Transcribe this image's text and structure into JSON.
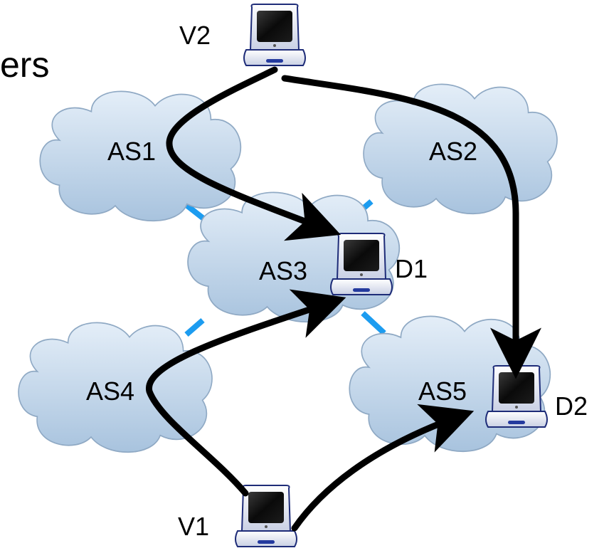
{
  "title_fragment": "ers",
  "autonomous_systems": [
    {
      "id": "as1",
      "label": "AS1"
    },
    {
      "id": "as2",
      "label": "AS2"
    },
    {
      "id": "as3",
      "label": "AS3"
    },
    {
      "id": "as4",
      "label": "AS4"
    },
    {
      "id": "as5",
      "label": "AS5"
    }
  ],
  "hosts": [
    {
      "id": "v2",
      "label": "V2"
    },
    {
      "id": "d1",
      "label": "D1"
    },
    {
      "id": "d2",
      "label": "D2"
    },
    {
      "id": "v1",
      "label": "V1"
    }
  ],
  "links": [
    {
      "from": "AS1",
      "to": "AS3"
    },
    {
      "from": "AS2",
      "to": "AS3"
    },
    {
      "from": "AS4",
      "to": "AS3"
    },
    {
      "from": "AS5",
      "to": "AS3"
    }
  ],
  "paths": [
    {
      "from": "V2",
      "to": "D1",
      "via": "AS1"
    },
    {
      "from": "V2",
      "to": "D2",
      "via": "AS2"
    },
    {
      "from": "V1",
      "to": "D1",
      "via": "AS4"
    },
    {
      "from": "V1",
      "to": "D2",
      "via": "AS5"
    }
  ],
  "colors": {
    "cloud_fill_top": "#dde9f5",
    "cloud_fill_bottom": "#a9c4df",
    "cloud_stroke": "#8fa9c4",
    "link": "#1c9cf0",
    "arrow": "#000000",
    "laptop_base": "#f4f6fb",
    "laptop_trim": "#2a3b8f",
    "screen": "#111111"
  }
}
